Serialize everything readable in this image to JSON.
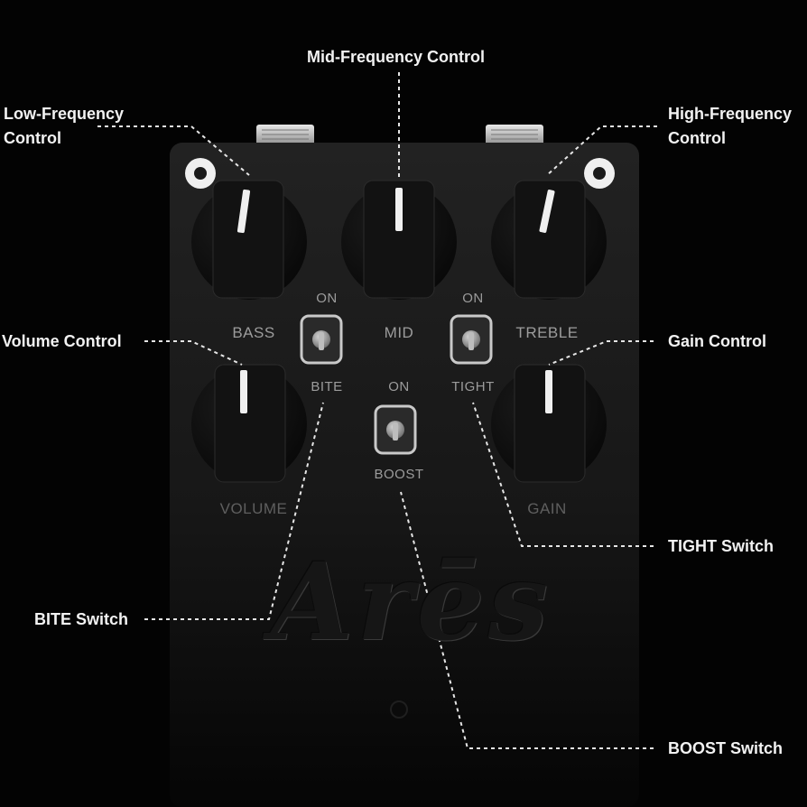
{
  "callouts": {
    "mid_frequency": "Mid-Frequency Control",
    "low_frequency_line1": "Low-Frequency",
    "low_frequency_line2": "Control",
    "high_frequency_line1": "High-Frequency",
    "high_frequency_line2": "Control",
    "volume": "Volume Control",
    "gain": "Gain Control",
    "tight": "TIGHT Switch",
    "bite": "BITE Switch",
    "boost": "BOOST Switch"
  },
  "pedal": {
    "logo": "Arēs",
    "knobs": {
      "bass": "BASS",
      "mid": "MID",
      "treble": "TREBLE",
      "volume": "VOLUME",
      "gain": "GAIN"
    },
    "switches": {
      "bite_on": "ON",
      "bite": "BITE",
      "tight_on": "ON",
      "tight": "TIGHT",
      "boost_on": "ON",
      "boost": "BOOST"
    }
  },
  "colors": {
    "background": "#030303",
    "enclosure": "#1a1a1a",
    "callout_text": "#f2f2f2",
    "label_text": "#9c9c9c",
    "knob": "#101010",
    "indicator": "#f0f0f0"
  }
}
